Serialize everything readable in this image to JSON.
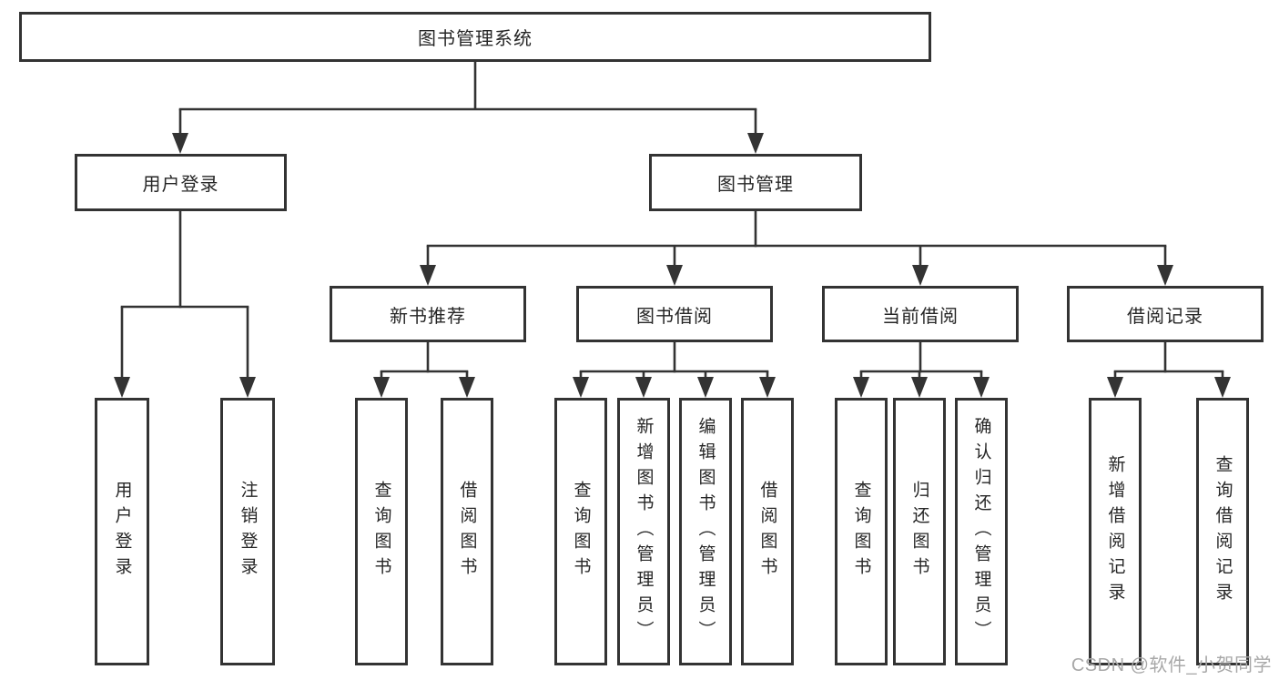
{
  "tree": {
    "root": {
      "label": "图书管理系统",
      "children": [
        {
          "label": "用户登录",
          "children": [
            {
              "label": "用户登录"
            },
            {
              "label": "注销登录"
            }
          ]
        },
        {
          "label": "图书管理",
          "children": [
            {
              "label": "新书推荐",
              "children": [
                {
                  "label": "查询图书"
                },
                {
                  "label": "借阅图书"
                }
              ]
            },
            {
              "label": "图书借阅",
              "children": [
                {
                  "label": "查询图书"
                },
                {
                  "label": "新增图书（管理员）"
                },
                {
                  "label": "编辑图书（管理员）"
                },
                {
                  "label": "借阅图书"
                }
              ]
            },
            {
              "label": "当前借阅",
              "children": [
                {
                  "label": "查询图书"
                },
                {
                  "label": "归还图书"
                },
                {
                  "label": "确认归还（管理员）"
                }
              ]
            },
            {
              "label": "借阅记录",
              "children": [
                {
                  "label": "新增借阅记录"
                },
                {
                  "label": "查询借阅记录"
                }
              ]
            }
          ]
        }
      ]
    }
  },
  "watermark": {
    "text": "CSDN @软件_小贺同学"
  },
  "colors": {
    "line": "#333333",
    "text": "#262626",
    "box_background": "#ffffff",
    "page_background": "#ffffff",
    "watermark": "#a8a8a8"
  }
}
